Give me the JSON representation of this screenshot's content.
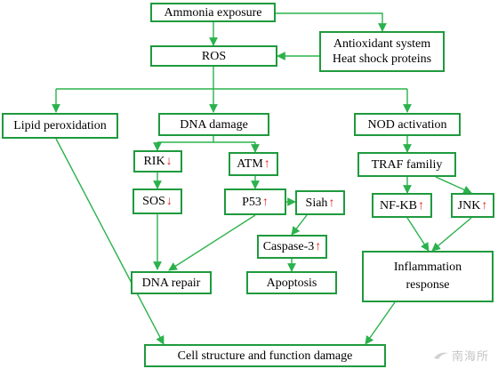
{
  "nodes": {
    "ammonia": {
      "label": "Ammonia exposure"
    },
    "ros": {
      "label": "ROS"
    },
    "antioxidant": {
      "line1": "Antioxidant system",
      "line2": "Heat shock proteins"
    },
    "lipid": {
      "label": "Lipid peroxidation"
    },
    "dna_damage": {
      "label": "DNA damage"
    },
    "nod": {
      "label": "NOD activation"
    },
    "rik": {
      "label": "RIK",
      "trend": "↓"
    },
    "atm": {
      "label": "ATM",
      "trend": "↑"
    },
    "traf": {
      "label": "TRAF familiy"
    },
    "sos": {
      "label": "SOS",
      "trend": "↓"
    },
    "p53": {
      "label": "P53",
      "trend": "↑"
    },
    "siah": {
      "label": "Siah",
      "trend": "↑"
    },
    "nfkb": {
      "label": "NF-KB",
      "trend": "↑"
    },
    "jnk": {
      "label": "JNK",
      "trend": "↑"
    },
    "caspase": {
      "label": "Caspase-3",
      "trend": "↑"
    },
    "inflammation": {
      "line1": "Inflammation",
      "line2": "response"
    },
    "dna_repair": {
      "label": "DNA repair"
    },
    "apoptosis": {
      "label": "Apoptosis"
    },
    "cell_damage": {
      "label": "Cell structure and function damage"
    }
  },
  "colors": {
    "box_border": "#1f9a3e",
    "arrow": "#2bb24c",
    "trend": "#e0201b"
  },
  "watermark": {
    "text": "南海所"
  }
}
